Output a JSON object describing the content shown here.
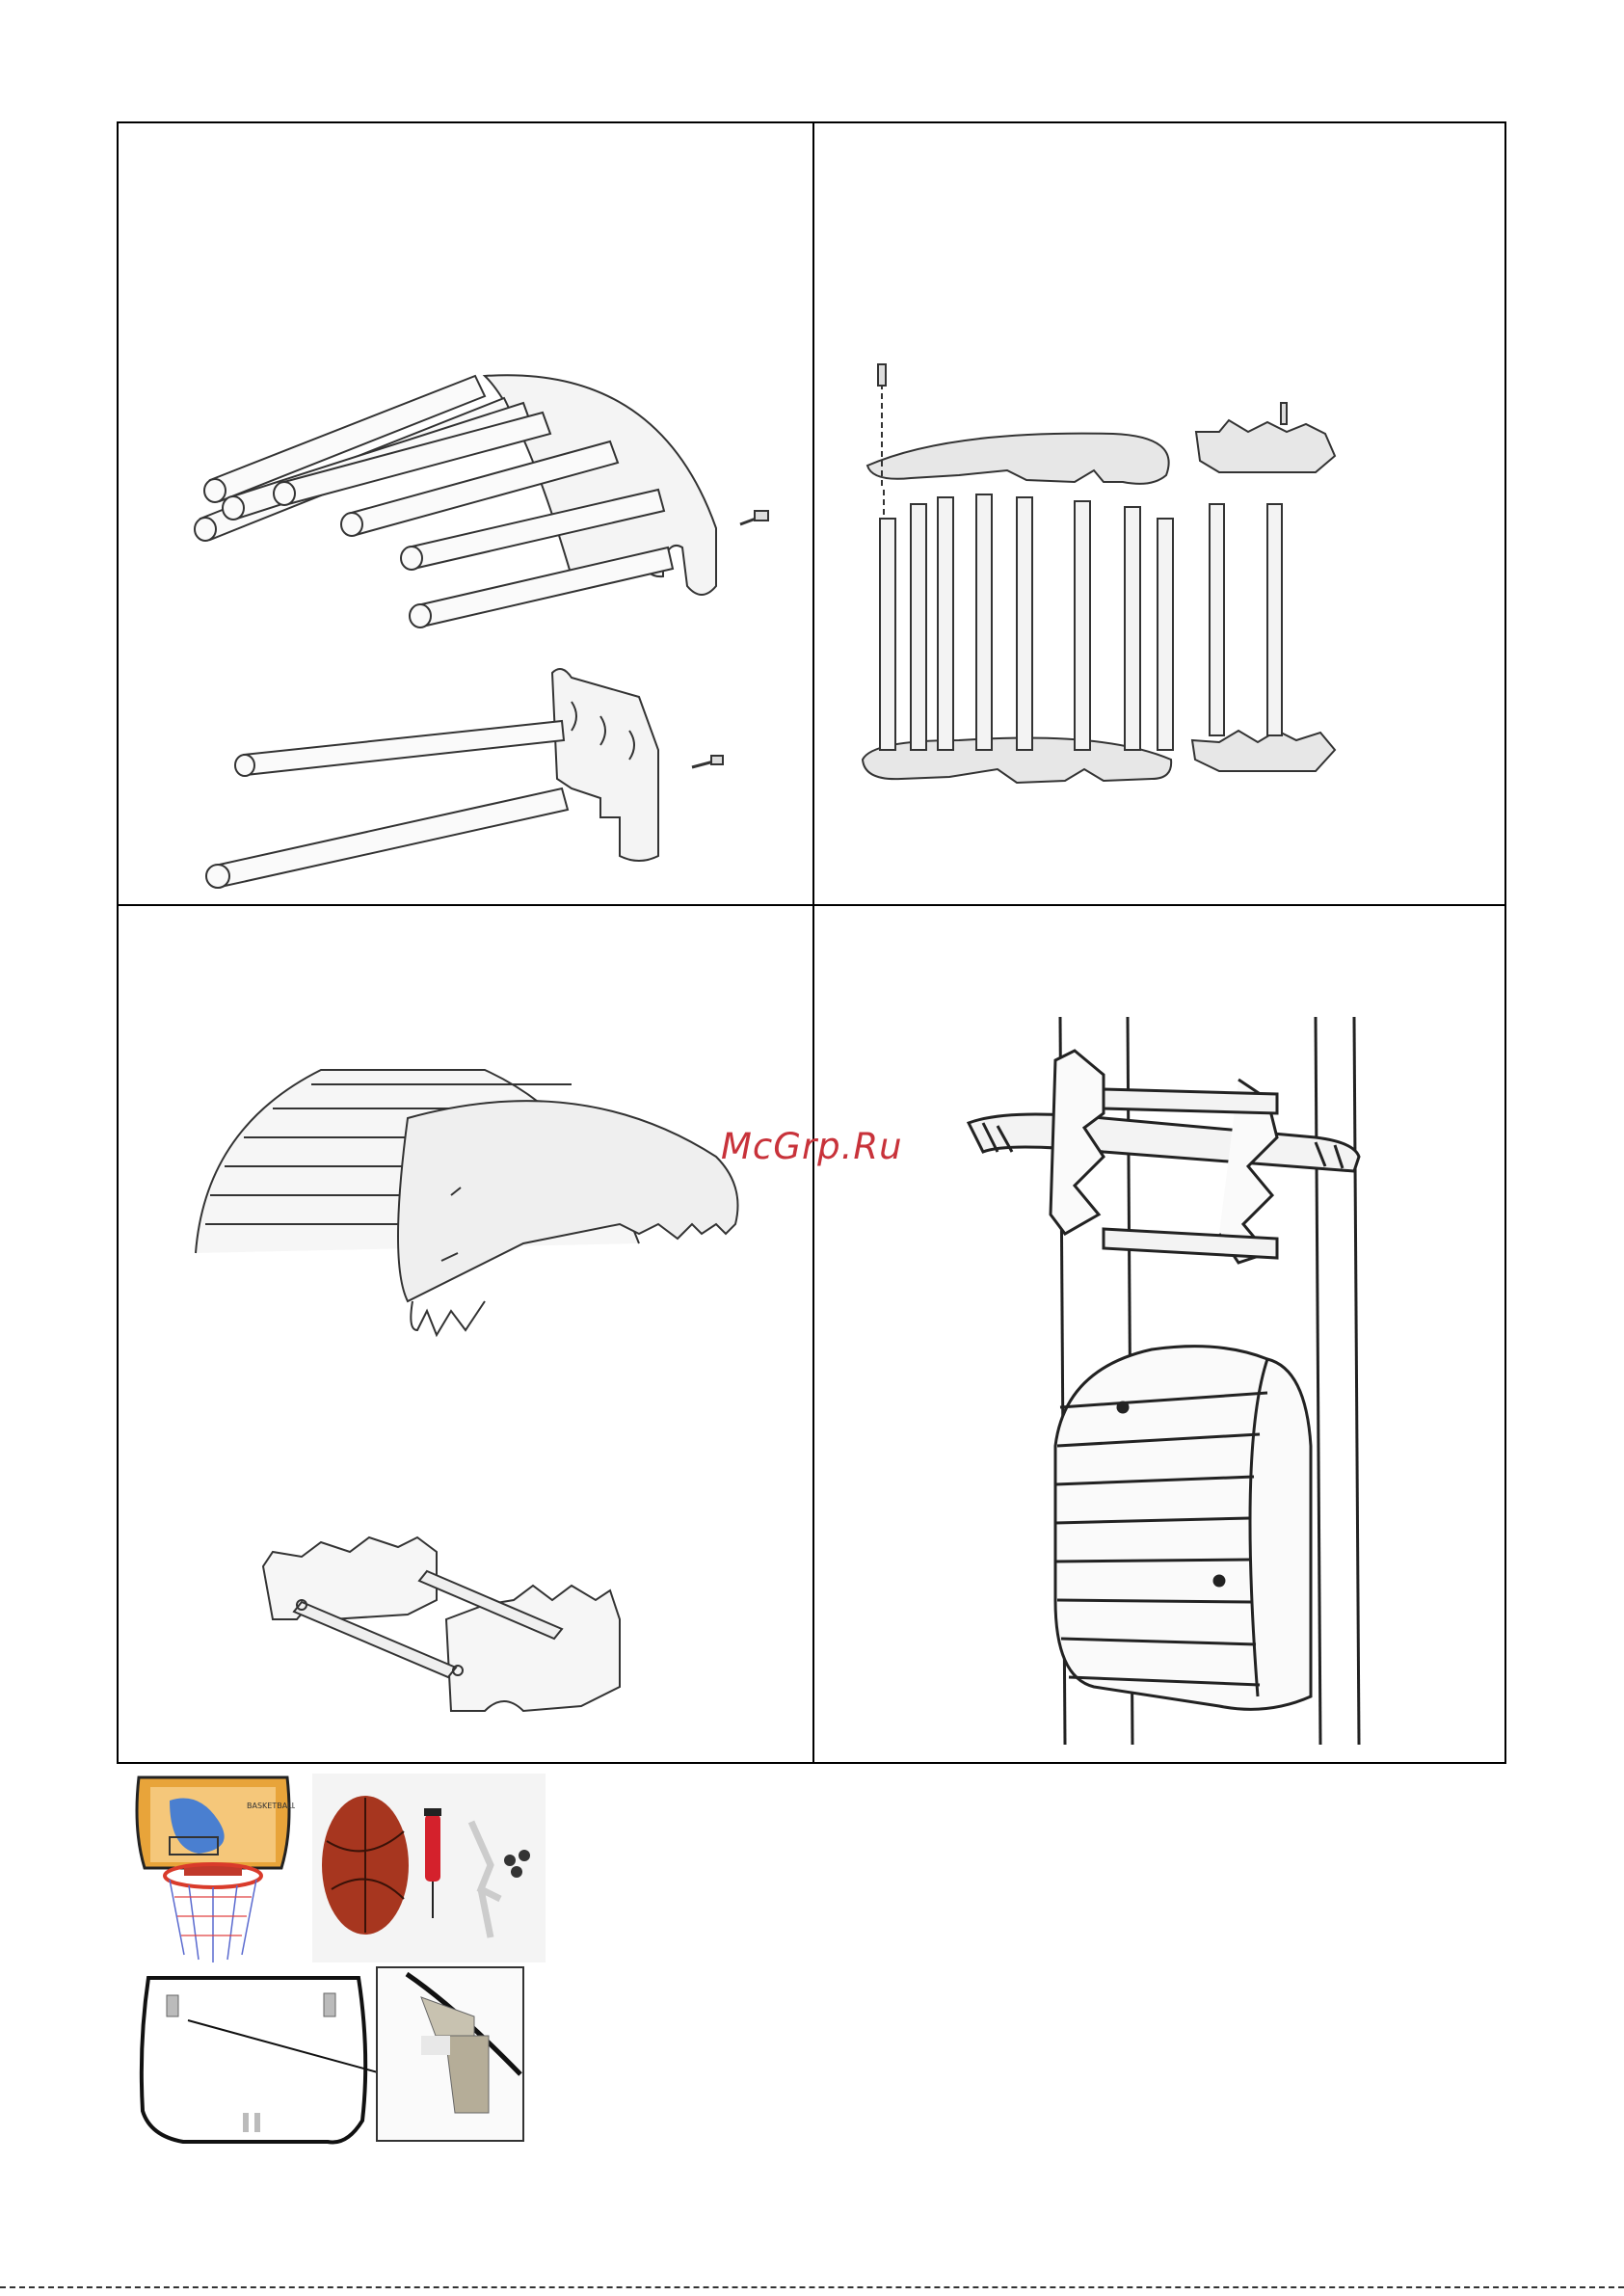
{
  "watermark": {
    "text": "McGrp.Ru",
    "color": "#c8323a"
  },
  "figures": [
    {
      "name": "exploded-rollers-and-hanger",
      "icon": "assembly-drawing"
    },
    {
      "name": "exploded-side-panels",
      "icon": "assembly-drawing"
    },
    {
      "name": "assembled-arch-and-hanger",
      "icon": "assembly-drawing"
    },
    {
      "name": "mounted-on-wall-bars",
      "icon": "installation-drawing"
    }
  ],
  "photos": [
    {
      "name": "basketball-backboard-photo",
      "label": "BASKETBALL"
    },
    {
      "name": "ball-pump-bracket-photo",
      "label": ""
    },
    {
      "name": "backboard-rear-photo",
      "label": ""
    },
    {
      "name": "bracket-detail-photo",
      "label": ""
    }
  ]
}
